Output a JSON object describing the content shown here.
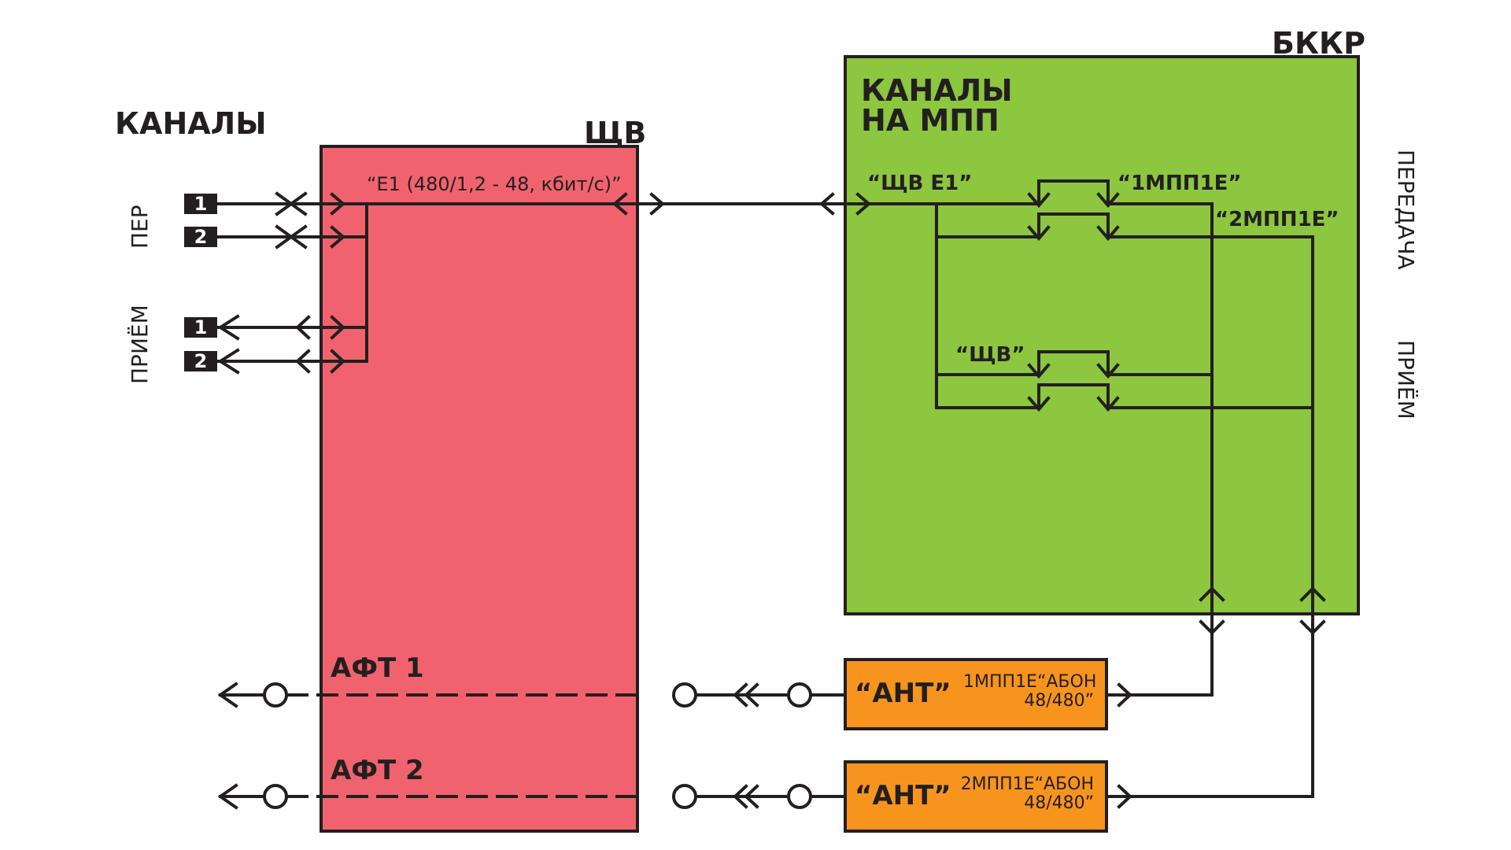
{
  "left_title": "КАНАЛЫ",
  "left_labels": {
    "per": "ПЕР",
    "priem": "ПРИЁМ"
  },
  "channel_numbers": [
    "1",
    "2",
    "1",
    "2"
  ],
  "shchv": {
    "title": "ЩВ",
    "e1_label": "“Е1 (480/1,2 - 48, кбит/с)”"
  },
  "bkkr": {
    "title": "БККР",
    "inner_title_line1": "КАНАЛЫ",
    "inner_title_line2": "НА МПП",
    "label_shchv_e1": "“ЩВ Е1”",
    "label_1mpp": "“1МПП1Е”",
    "label_2mpp": "“2МПП1Е”",
    "label_shchv": "“ЩВ”"
  },
  "right_labels": {
    "peredacha": "ПЕРЕДАЧА",
    "priem": "ПРИЁМ"
  },
  "aft": [
    "АФТ 1",
    "АФТ 2"
  ],
  "ant_blocks": [
    {
      "title": "“АНТ”",
      "line1": "1МПП1Е“АБОН",
      "line2": "48/480”"
    },
    {
      "title": "“АНТ”",
      "line1": "2МПП1Е“АБОН",
      "line2": "48/480”"
    }
  ],
  "colors": {
    "shchv_fill": "#f0636e",
    "bkkr_fill": "#8dc63f",
    "ant_fill": "#f7941d",
    "line": "#231f20"
  }
}
